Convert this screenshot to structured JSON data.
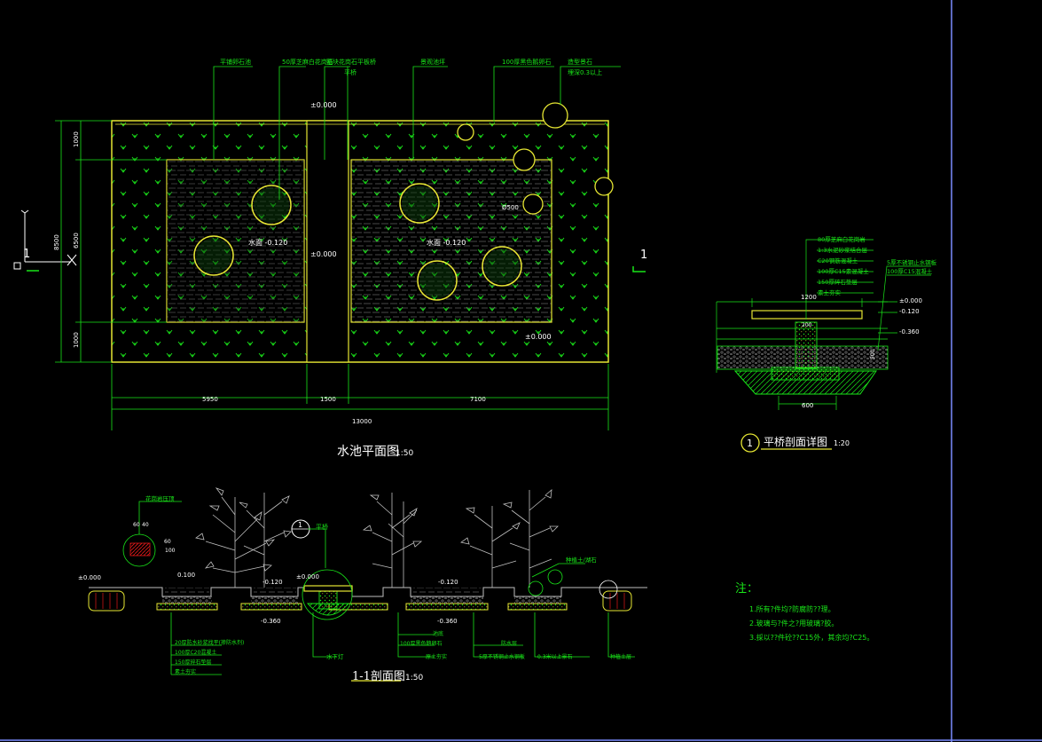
{
  "colors": {
    "background": "#000000",
    "line_green": "#19e619",
    "boundary_yellow": "#e6e633",
    "text_white": "#ffffff",
    "frame_blue": "#7a8cff",
    "hatch_red": "#e61919",
    "plant_grey": "#bfbfbf"
  },
  "plan": {
    "title": "水池平面图",
    "scale": "1:50",
    "section_marker": "1",
    "elevations": {
      "top_bridge": "±0.000",
      "water_left": "水面 -0.120",
      "center": "±0.000",
      "water_right": "水面 -0.120",
      "bottom_right": "±0.000"
    },
    "dims": {
      "seg1": "5950",
      "seg2": "1500",
      "seg3": "7100",
      "total": "13000",
      "vert1": "1000",
      "vert2": "6500",
      "vert3": "1000",
      "vert_total": "8500",
      "boulder": "Ø500"
    },
    "callouts": [
      "平铺卵石池",
      "50厚芝麻白花岗石",
      "整块花岗石平板桥",
      "平桥",
      "景观池坪",
      "100厚黑色鹅卵石",
      "造型景石",
      "埋深0.3以上"
    ]
  },
  "detail": {
    "number": "1",
    "title": "平桥剖面详图",
    "scale": "1:20",
    "dims": {
      "top": "1200",
      "bottom": "600",
      "side": "500",
      "center": "200"
    },
    "elevations": {
      "e1": "±0.000",
      "e2": "-0.120",
      "e3": "-0.360"
    },
    "layers": [
      "80厚芝麻白花岗岩",
      "1:3水泥砂浆结合层",
      "C20钢筋混凝土",
      "100厚C15素混凝土",
      "150厚碎石垫层",
      "素土夯实"
    ],
    "right_layers": [
      "5厚不锈钢止水钢板",
      "100厚C15混凝土"
    ]
  },
  "section": {
    "title": "1-1剖面图",
    "scale": "1:50",
    "marker": "1",
    "bridge_label": "平桥",
    "top_left_label": "花岗岩压顶",
    "dims": {
      "d1": "60",
      "d2": "40",
      "d3": "60",
      "d4": "100"
    },
    "elevations": {
      "left": "±0.000",
      "a": "0.100",
      "b": "-0.120",
      "c": "±0.000",
      "d": "-0.120",
      "e": "-0.360",
      "f": "-0.360"
    },
    "right_label": "种植土/湖石",
    "bottom_labels": [
      "20厚防水砂浆找平(掺防水剂)",
      "100厚C20混凝土",
      "150厚碎石垫层",
      "素土夯实",
      "水下灯",
      "100厚黑色鹅卵石",
      "原土夯实",
      "池底",
      "防水层",
      "5厚不锈钢止水钢板",
      "0.3米以上景石",
      "种植土层"
    ]
  },
  "notes": {
    "heading": "注：",
    "items": [
      "1.所有?件均?防腐防??理。",
      "2.玻璃与?件之?用玻璃?胶。",
      "3.採以??件砼??C15外，其余均?C25。"
    ]
  }
}
